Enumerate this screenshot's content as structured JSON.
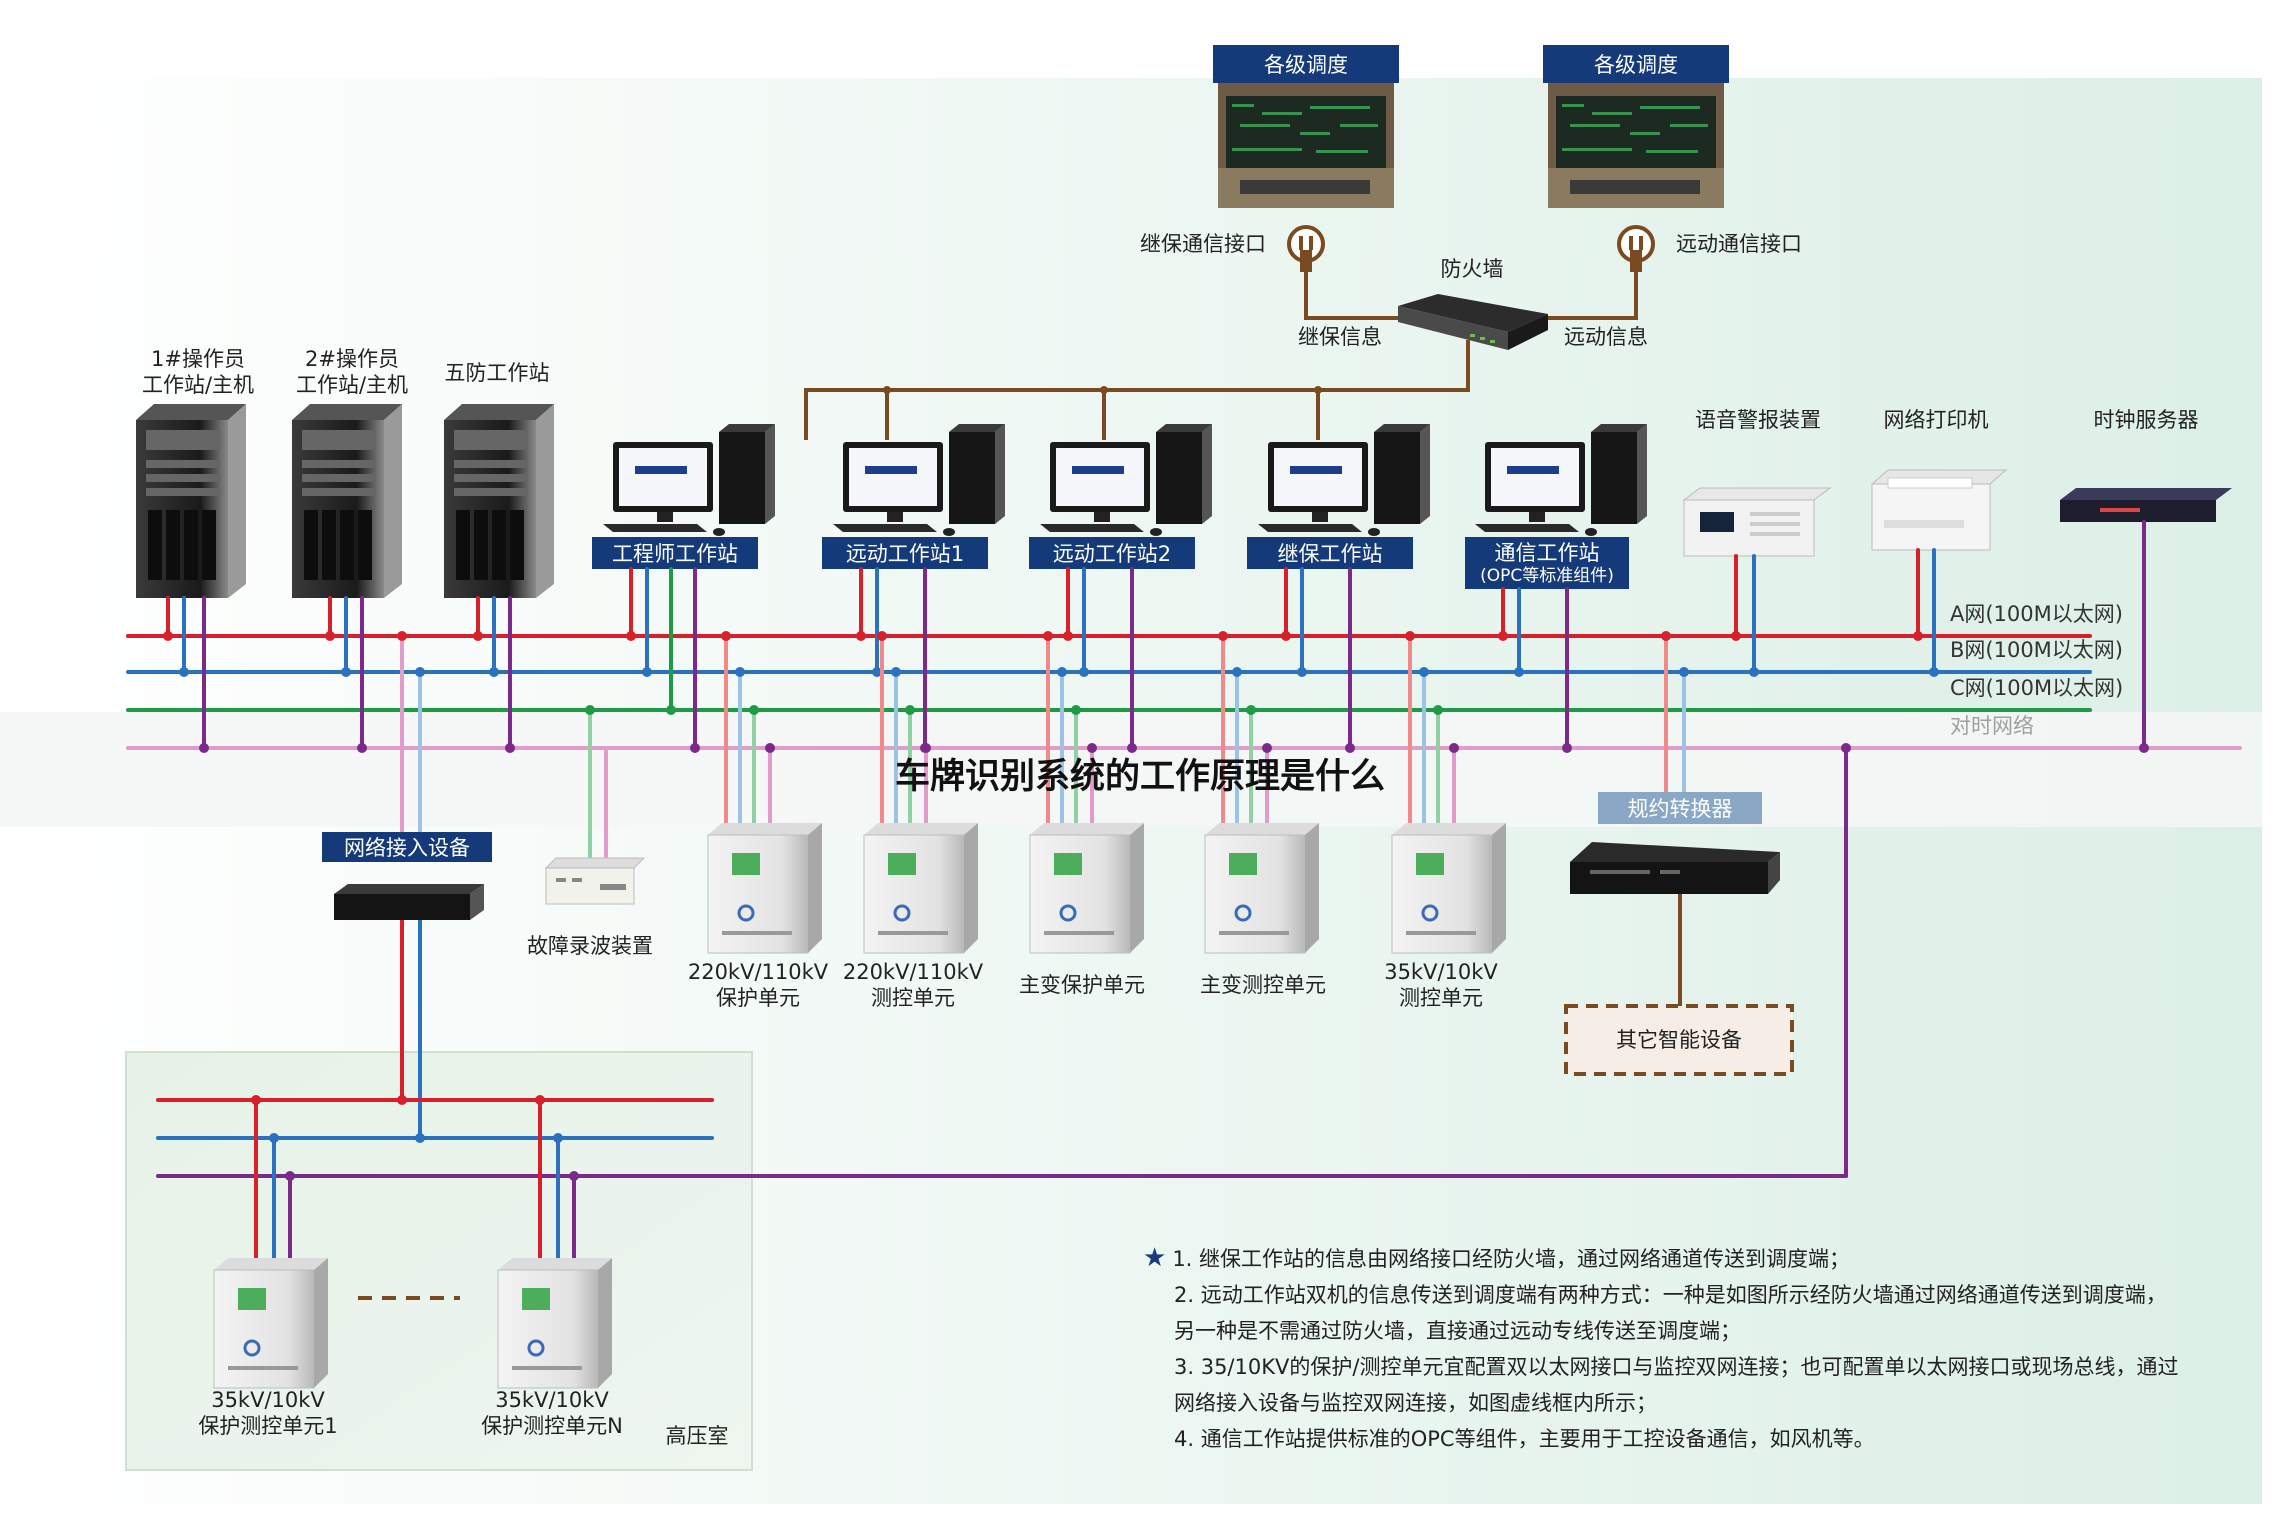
{
  "caption": "车牌识别系统的工作原理是什么",
  "dispatch": {
    "left_label": "各级调度",
    "right_label": "各级调度",
    "left_port": "继保通信接口",
    "right_port": "远动通信接口",
    "firewall": "防火墙",
    "left_info": "继保信息",
    "right_info": "远动信息"
  },
  "servers": [
    {
      "line1": "1#操作员",
      "line2": "工作站/主机"
    },
    {
      "line1": "2#操作员",
      "line2": "工作站/主机"
    },
    {
      "line1": "五防工作站",
      "line2": ""
    }
  ],
  "workstations": [
    {
      "label": "工程师工作站",
      "sub": ""
    },
    {
      "label": "远动工作站1",
      "sub": ""
    },
    {
      "label": "远动工作站2",
      "sub": ""
    },
    {
      "label": "继保工作站",
      "sub": ""
    },
    {
      "label": "通信工作站",
      "sub": "(OPC等标准组件)"
    }
  ],
  "peripherals": {
    "voice_alarm": "语音警报装置",
    "printer": "网络打印机",
    "clock_server": "时钟服务器"
  },
  "networks": {
    "a": "A网(100M以太网)",
    "b": "B网(100M以太网)",
    "c": "C网(100M以太网)",
    "timing": "对时网络"
  },
  "lower": {
    "net_access": "网络接入设备",
    "fault_recorder": "故障录波装置",
    "protocol_converter": "规约转换器",
    "other_devices": "其它智能设备",
    "units": [
      {
        "line1": "220kV/110kV",
        "line2": "保护单元"
      },
      {
        "line1": "220kV/110kV",
        "line2": "测控单元"
      },
      {
        "line1": "主变保护单元",
        "line2": ""
      },
      {
        "line1": "主变测控单元",
        "line2": ""
      },
      {
        "line1": "35kV/10kV",
        "line2": "测控单元"
      }
    ],
    "hv_units": [
      {
        "line1": "35kV/10kV",
        "line2": "保护测控单元1"
      },
      {
        "line1": "35kV/10kV",
        "line2": "保护测控单元N"
      }
    ],
    "hv_room": "高压室"
  },
  "notes": [
    "1. 继保工作站的信息由网络接口经防火墙，通过网络通道传送到调度端；",
    "2. 远动工作站双机的信息传送到调度端有两种方式：一种是如图所示经防火墙通过网络通道传送到调度端，",
    "另一种是不需通过防火墙，直接通过远动专线传送至调度端；",
    "3. 35/10KV的保护/测控单元宜配置双以太网接口与监控双网连接；也可配置单以太网接口或现场总线，通过",
    "网络接入设备与监控双网连接，如图虚线框内所示；",
    "4. 通信工作站提供标准的OPC等组件，主要用于工控设备通信，如风机等。"
  ],
  "colors": {
    "net_a": "#d8202a",
    "net_b": "#2a72c0",
    "net_c": "#1f9a45",
    "timing": "#e29ccb",
    "purple": "#7b2a8c",
    "brown": "#7a4a20",
    "navy": "#143a7a"
  }
}
